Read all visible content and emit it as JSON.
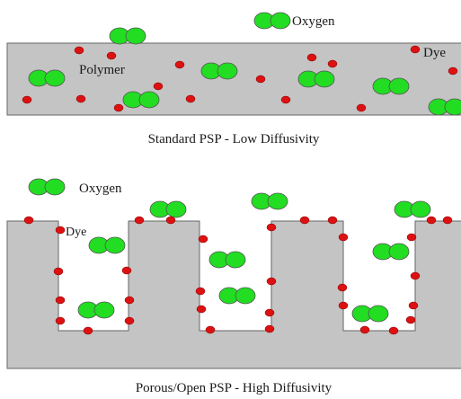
{
  "top_panel": {
    "legend_oxygen": "Oxygen",
    "legend_dye": "Dye",
    "polymer_label": "Polymer",
    "caption": "Standard PSP - Low Diffusivity"
  },
  "bottom_panel": {
    "legend_oxygen": "Oxygen",
    "dye_label": "Dye",
    "caption": "Porous/Open PSP - High Diffusivity"
  },
  "colors": {
    "polymer": "#c4c4c4",
    "oxygen": "#22dd22",
    "dye": "#dd1111",
    "outline": "#555555"
  }
}
